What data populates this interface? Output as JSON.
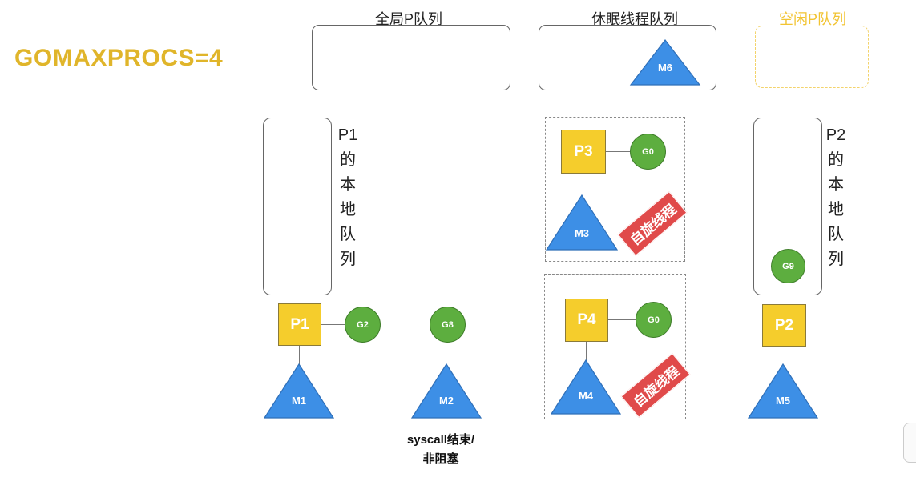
{
  "title": "GOMAXPROCS=4",
  "queues": {
    "global_label": "全局P队列",
    "sleep_label": "休眠线程队列",
    "idle_label": "空闲P队列"
  },
  "local_queue_p1": [
    "P1",
    "的",
    "本",
    "地",
    "队",
    "列"
  ],
  "local_queue_p2": [
    "P2",
    "的",
    "本",
    "地",
    "队",
    "列"
  ],
  "nodes": {
    "p1": "P1",
    "p2": "P2",
    "p3": "P3",
    "p4": "P4",
    "g2": "G2",
    "g8": "G8",
    "g9": "G9",
    "g0_a": "G0",
    "g0_b": "G0",
    "m1": "M1",
    "m2": "M2",
    "m3": "M3",
    "m4": "M4",
    "m5": "M5",
    "m6": "M6"
  },
  "badges": {
    "spin_a": "自旋线程",
    "spin_b": "自旋线程"
  },
  "note": {
    "line1": "syscall结束/",
    "line2": "非阻塞"
  },
  "colors": {
    "p_yellow": "#f5cd2c",
    "g_green": "#5dae3f",
    "m_blue": "#3d8fe6",
    "badge_red": "#e04a4a",
    "title_gold": "#e0b52a"
  }
}
